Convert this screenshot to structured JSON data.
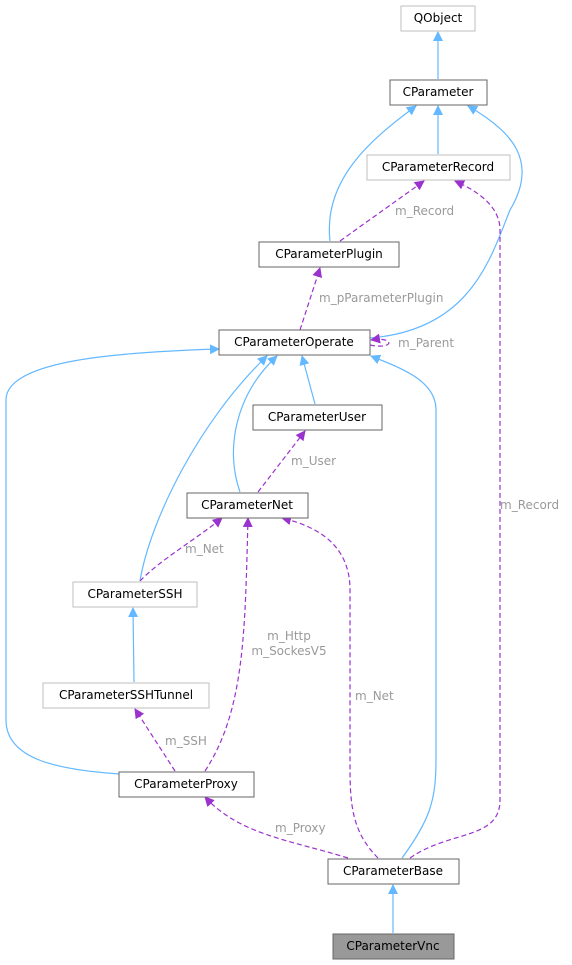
{
  "nodes": {
    "qobject": "QObject",
    "cparameter": "CParameter",
    "cparameterrecord": "CParameterRecord",
    "cparameterplugin": "CParameterPlugin",
    "cparameteroperate": "CParameterOperate",
    "cparameteruser": "CParameterUser",
    "cparameternet": "CParameterNet",
    "cparameterssh": "CParameterSSH",
    "cparametersshtunnel": "CParameterSSHTunnel",
    "cparameterproxy": "CParameterProxy",
    "cparameterbase": "CParameterBase",
    "cparametervnc": "CParameterVnc"
  },
  "edge_labels": {
    "plugin_record": "m_Record",
    "operate_plugin": "m_pParameterPlugin",
    "operate_parent": "m_Parent",
    "net_user": "m_User",
    "ssh_net": "m_Net",
    "proxy_net_1": "m_Http",
    "proxy_net_2": "m_SockesV5",
    "base_net": "m_Net",
    "base_record": "m_Record",
    "proxy_tunnel": "m_SSH",
    "base_proxy": "m_Proxy"
  },
  "colors": {
    "inheritance_edge": "#63b8ff",
    "member_edge": "#9a32cd",
    "edge_label": "#9a9a9a",
    "highlight_fill": "#999999",
    "node_border": "#666666",
    "undocumented_border": "#bfbfbf"
  }
}
